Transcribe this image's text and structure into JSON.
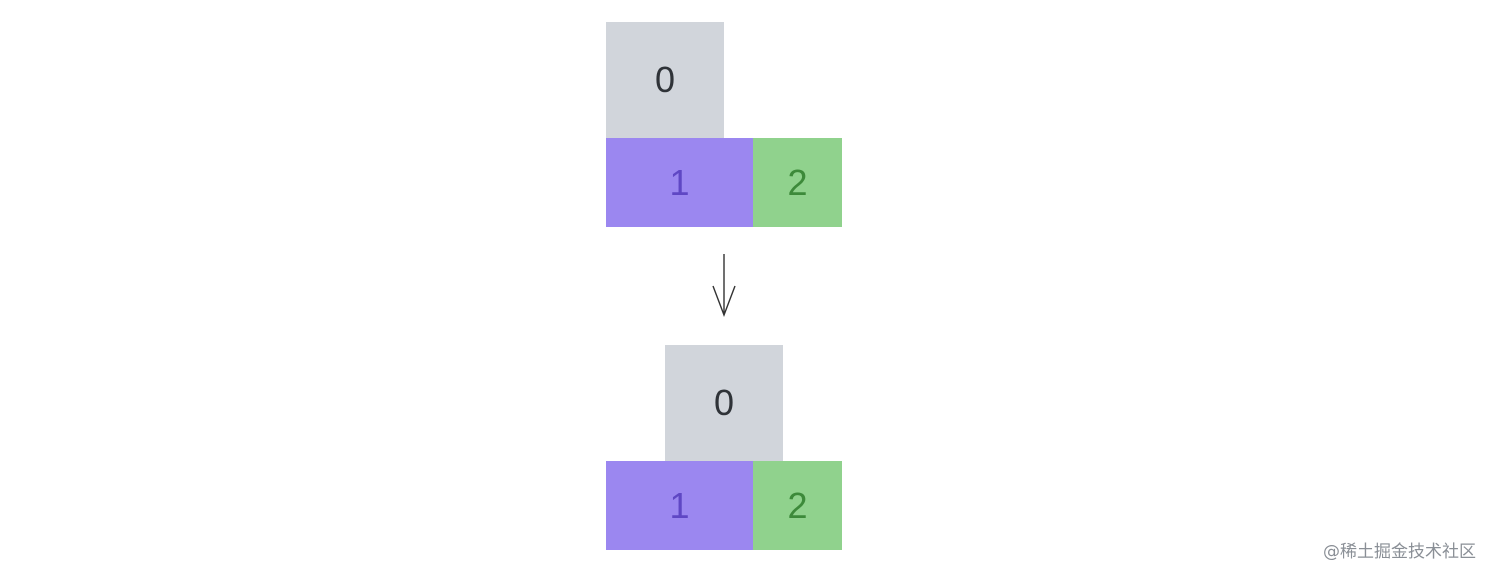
{
  "diagram": {
    "before": {
      "box_0": "0",
      "box_1": "1",
      "box_2": "2"
    },
    "after": {
      "box_0": "0",
      "box_1": "1",
      "box_2": "2"
    }
  },
  "colors": {
    "grey": "#d1d5db",
    "purple": "#9b87f0",
    "green": "#90d28d",
    "arrow": "#333333"
  },
  "icons": {
    "transition": "arrow-down-icon"
  },
  "watermark": "@稀土掘金技术社区"
}
